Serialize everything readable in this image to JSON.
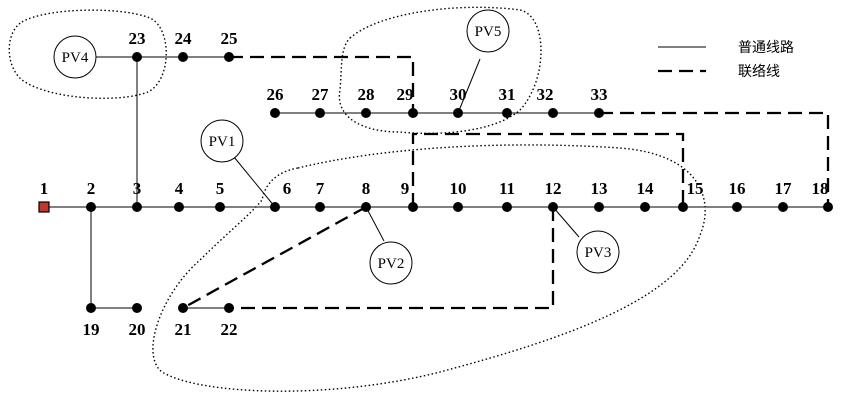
{
  "nodes": [
    {
      "id": "1"
    },
    {
      "id": "2"
    },
    {
      "id": "3"
    },
    {
      "id": "4"
    },
    {
      "id": "5"
    },
    {
      "id": "6"
    },
    {
      "id": "7"
    },
    {
      "id": "8"
    },
    {
      "id": "9"
    },
    {
      "id": "10"
    },
    {
      "id": "11"
    },
    {
      "id": "12"
    },
    {
      "id": "13"
    },
    {
      "id": "14"
    },
    {
      "id": "15"
    },
    {
      "id": "16"
    },
    {
      "id": "17"
    },
    {
      "id": "18"
    },
    {
      "id": "19"
    },
    {
      "id": "20"
    },
    {
      "id": "21"
    },
    {
      "id": "22"
    },
    {
      "id": "23"
    },
    {
      "id": "24"
    },
    {
      "id": "25"
    },
    {
      "id": "26"
    },
    {
      "id": "27"
    },
    {
      "id": "28"
    },
    {
      "id": "29"
    },
    {
      "id": "30"
    },
    {
      "id": "31"
    },
    {
      "id": "32"
    },
    {
      "id": "33"
    }
  ],
  "pv_units": [
    {
      "label": "PV1",
      "bus": "6"
    },
    {
      "label": "PV2",
      "bus": "8"
    },
    {
      "label": "PV3",
      "bus": "12"
    },
    {
      "label": "PV4",
      "bus": "23"
    },
    {
      "label": "PV5",
      "bus": "30"
    }
  ],
  "legend": {
    "normal_line": "普通线路",
    "tie_line": "联络线"
  }
}
